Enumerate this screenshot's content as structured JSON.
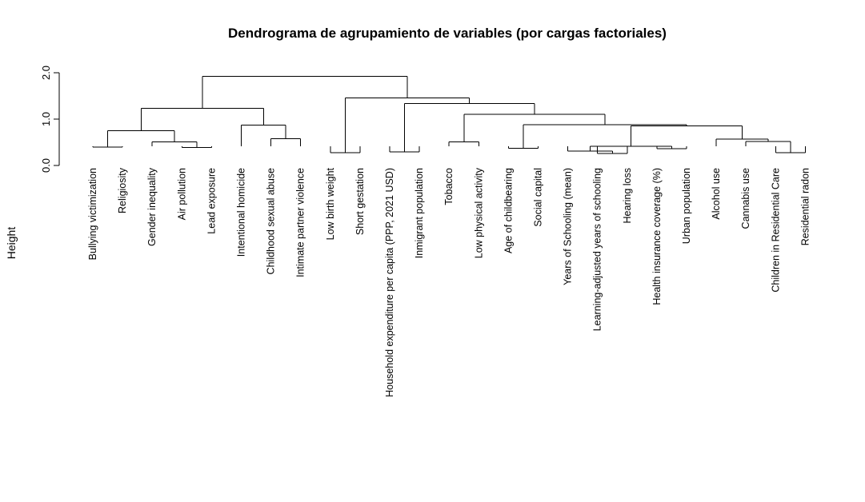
{
  "chart_data": {
    "type": "dendrogram",
    "title": "Dendrograma de agrupamiento de variables (por cargas factoriales)",
    "xlabel": "",
    "ylabel": "Height",
    "ylim": [
      0,
      2.0
    ],
    "yticks": [
      0.0,
      1.0,
      2.0
    ],
    "ytick_labels": [
      "0.0",
      "1.0",
      "2.0"
    ],
    "leaves": [
      "Bullying victimization",
      "Religiosity",
      "Gender inequality",
      "Air pollution",
      "Lead exposure",
      "Intentional homicide",
      "Childhood sexual abuse",
      "Intimate partner violence",
      "Low birth weight",
      "Short gestation",
      "Household expenditure per capita (PPP, 2021 USD)",
      "Inmigrant population",
      "Tobacco",
      "Low physical activity",
      "Age of childbearing",
      "Social capital",
      "Years of Schooling (mean)",
      "Learning-adjusted years of schooling",
      "Hearing loss",
      "Health insurance coverage (%)",
      "Urban population",
      "Alcohol use",
      "Cannabis use",
      "Children in Residential Care",
      "Residential radon"
    ],
    "merges": [
      {
        "left": "leaf:0",
        "right": "leaf:1",
        "height": 0.4
      },
      {
        "left": "leaf:3",
        "right": "leaf:4",
        "height": 0.39
      },
      {
        "left": "leaf:2",
        "right": "node:1",
        "height": 0.51
      },
      {
        "left": "node:0",
        "right": "node:2",
        "height": 0.75
      },
      {
        "left": "leaf:6",
        "right": "leaf:7",
        "height": 0.58
      },
      {
        "left": "leaf:5",
        "right": "node:4",
        "height": 0.87
      },
      {
        "left": "node:3",
        "right": "node:5",
        "height": 1.23
      },
      {
        "left": "leaf:8",
        "right": "leaf:9",
        "height": 0.28
      },
      {
        "left": "leaf:10",
        "right": "leaf:11",
        "height": 0.29
      },
      {
        "left": "leaf:12",
        "right": "leaf:13",
        "height": 0.51
      },
      {
        "left": "leaf:14",
        "right": "leaf:15",
        "height": 0.37
      },
      {
        "left": "leaf:17",
        "right": "leaf:18",
        "height": 0.26
      },
      {
        "left": "leaf:16",
        "right": "node:11",
        "height": 0.31
      },
      {
        "left": "leaf:19",
        "right": "leaf:20",
        "height": 0.36
      },
      {
        "left": "node:12",
        "right": "node:13",
        "height": 0.41
      },
      {
        "left": "leaf:23",
        "right": "leaf:24",
        "height": 0.28
      },
      {
        "left": "leaf:22",
        "right": "node:15",
        "height": 0.52
      },
      {
        "left": "leaf:21",
        "right": "node:16",
        "height": 0.57
      },
      {
        "left": "node:14",
        "right": "node:17",
        "height": 0.85
      },
      {
        "left": "node:10",
        "right": "node:18",
        "height": 0.88
      },
      {
        "left": "node:9",
        "right": "node:19",
        "height": 1.1
      },
      {
        "left": "node:8",
        "right": "node:20",
        "height": 1.34
      },
      {
        "left": "node:7",
        "right": "node:21",
        "height": 1.46
      },
      {
        "left": "node:6",
        "right": "node:22",
        "height": 1.92
      }
    ]
  }
}
